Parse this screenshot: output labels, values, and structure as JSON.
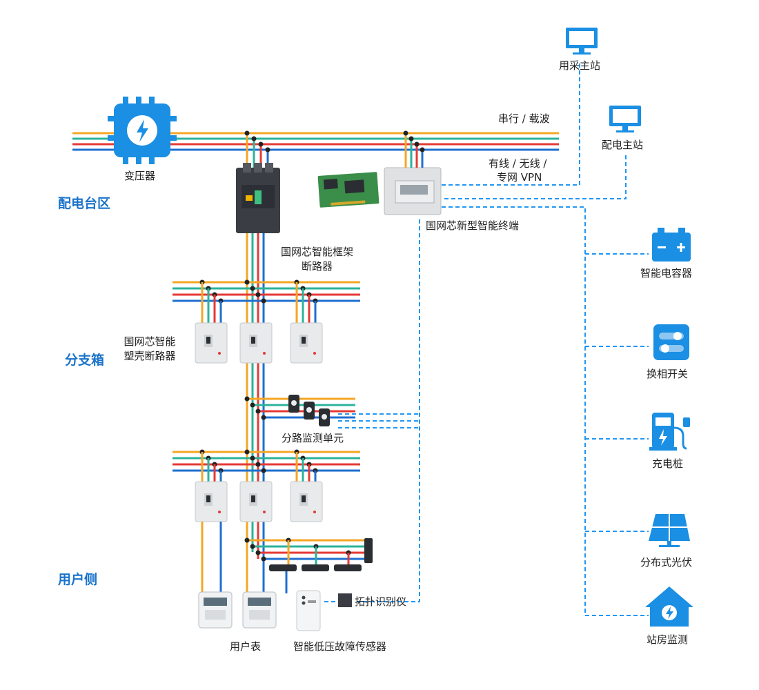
{
  "sections": {
    "distribution_area": "配电台区",
    "branch_box": "分支箱",
    "user_side": "用户侧"
  },
  "labels": {
    "transformer": "变压器",
    "frame_breaker_line1": "国网芯智能框架",
    "frame_breaker_line2": "断路器",
    "molded_breaker_line1": "国网芯智能",
    "molded_breaker_line2": "塑壳断路器",
    "branch_monitor": "分路监测单元",
    "topology_identifier": "拓扑识别仪",
    "user_meter": "用户表",
    "fault_sensor": "智能低压故障传感器",
    "smart_terminal": "国网芯新型智能终端",
    "serial_carrier": "串行 / 载波",
    "wired_line1": "有线 / 无线 /",
    "wired_line2": "专网 VPN"
  },
  "stations": {
    "collection_master": "用采主站",
    "distribution_master": "配电主站"
  },
  "devices": {
    "capacitor": "智能电容器",
    "phase_switch": "换相开关",
    "charging_pile": "充电桩",
    "photovoltaic": "分布式光伏",
    "station_monitor": "站房监测"
  },
  "colors": {
    "phase_a": "#f5a623",
    "phase_b": "#2bb39a",
    "phase_c": "#e53935",
    "neutral": "#1e6fd0",
    "accent": "#1a8fe3",
    "section_text": "#1a73c9",
    "dashed": "#2196f3"
  },
  "icons": [
    "transformer-icon",
    "monitor-icon",
    "battery-icon",
    "toggle-switch-icon",
    "charging-pile-icon",
    "solar-panel-icon",
    "house-icon"
  ]
}
